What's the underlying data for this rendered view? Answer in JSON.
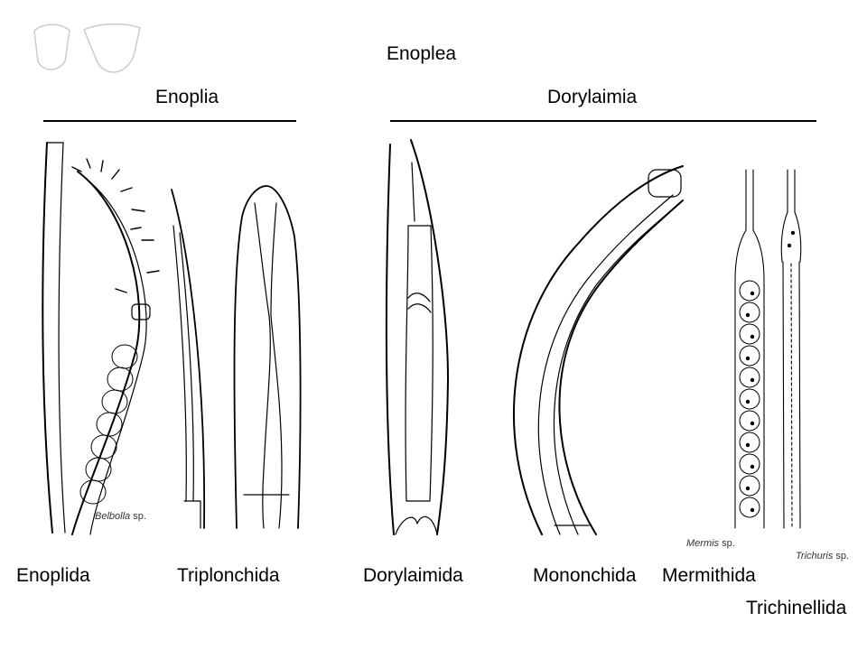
{
  "class_title": "Enoplea",
  "subclasses": {
    "left": "Enoplia",
    "right": "Dorylaimia"
  },
  "orders": {
    "enoplida": "Enoplida",
    "triplonchida": "Triplonchida",
    "dorylaimida": "Dorylaimida",
    "mononchida": "Mononchida",
    "mermithida": "Mermithida",
    "trichinellida": "Trichinellida"
  },
  "captions": {
    "belbolla_genus": "Belbolla",
    "mermis_genus": "Mermis",
    "trichuris_genus": "Trichuris",
    "species_suffix": "sp."
  }
}
